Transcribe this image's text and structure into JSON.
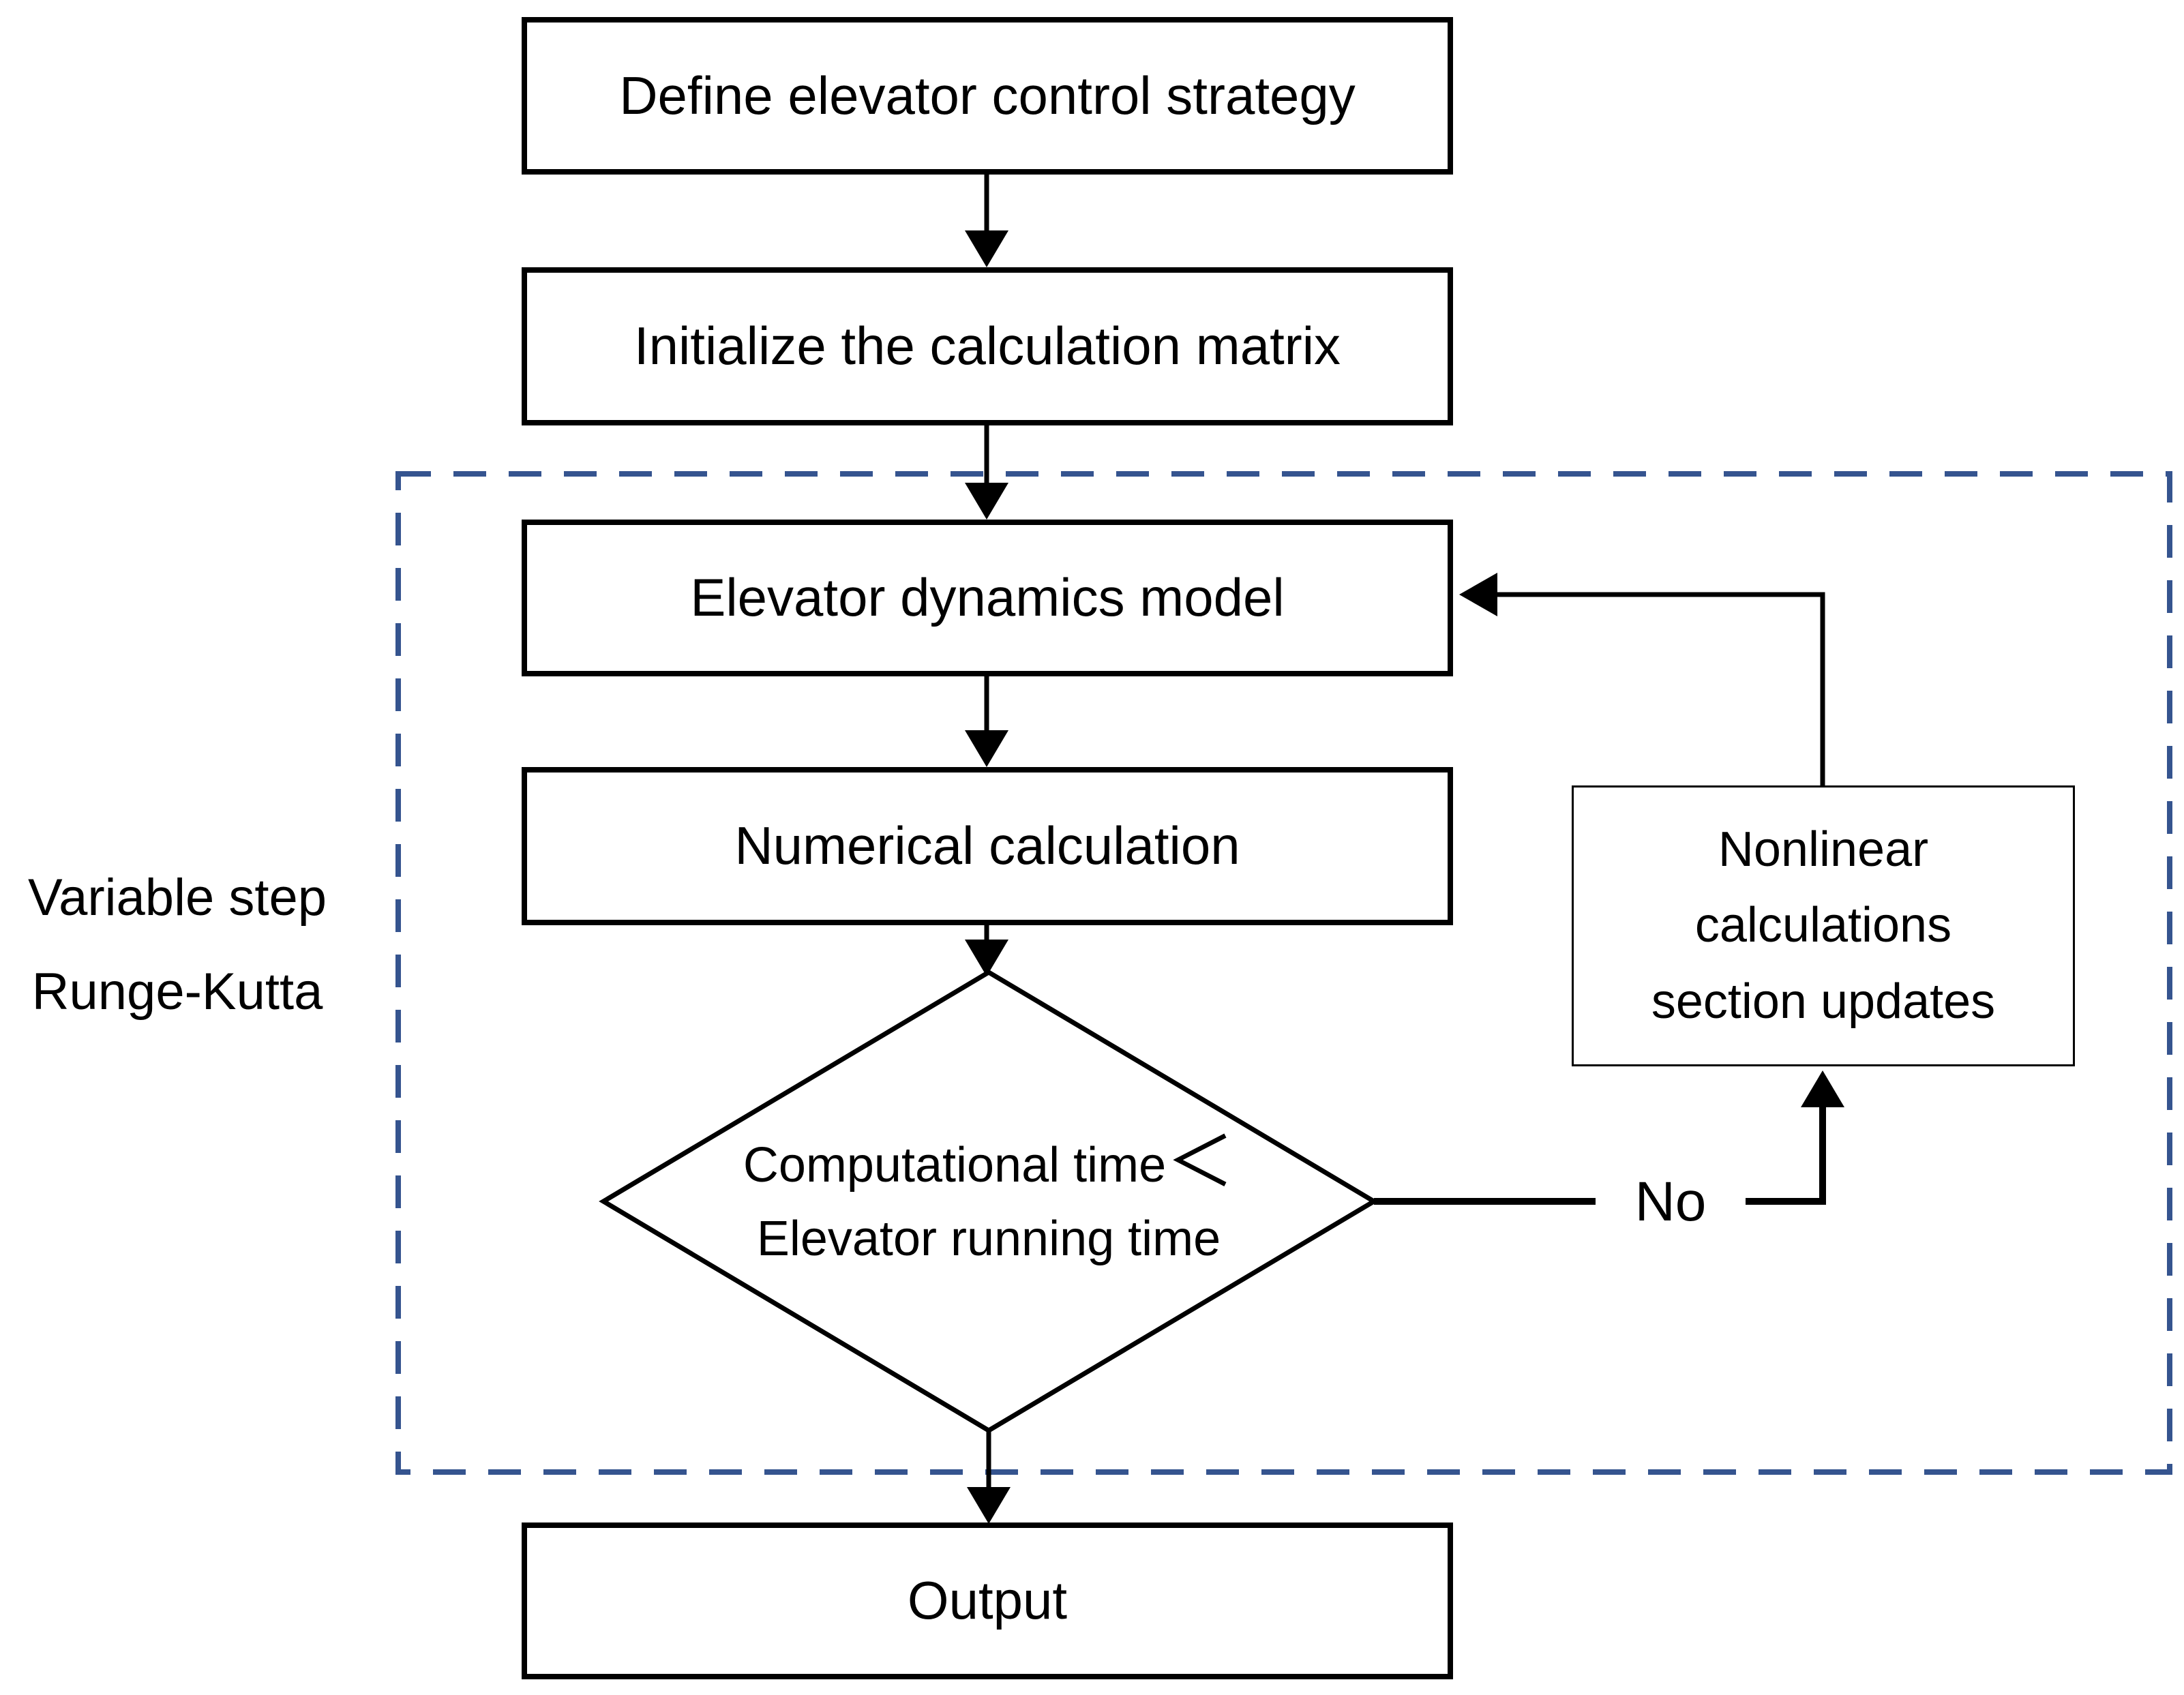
{
  "nodes": {
    "define": "Define elevator control strategy",
    "initialize": "Initialize the calculation matrix",
    "dynamics": "Elevator dynamics model",
    "numerical": "Numerical calculation",
    "nonlinear": [
      "Nonlinear",
      "calculations",
      "section updates"
    ],
    "output": "Output"
  },
  "decision": {
    "line1": "Computational time",
    "lt": "＜",
    "line2": "Elevator running time"
  },
  "labels": {
    "no": "No",
    "annotation": [
      "Variable step",
      "Runge-Kutta"
    ]
  },
  "colors": {
    "line": "#000000",
    "dashed_border": "#35548F",
    "box_fill": "#FFFFFF",
    "text": "#000000"
  }
}
